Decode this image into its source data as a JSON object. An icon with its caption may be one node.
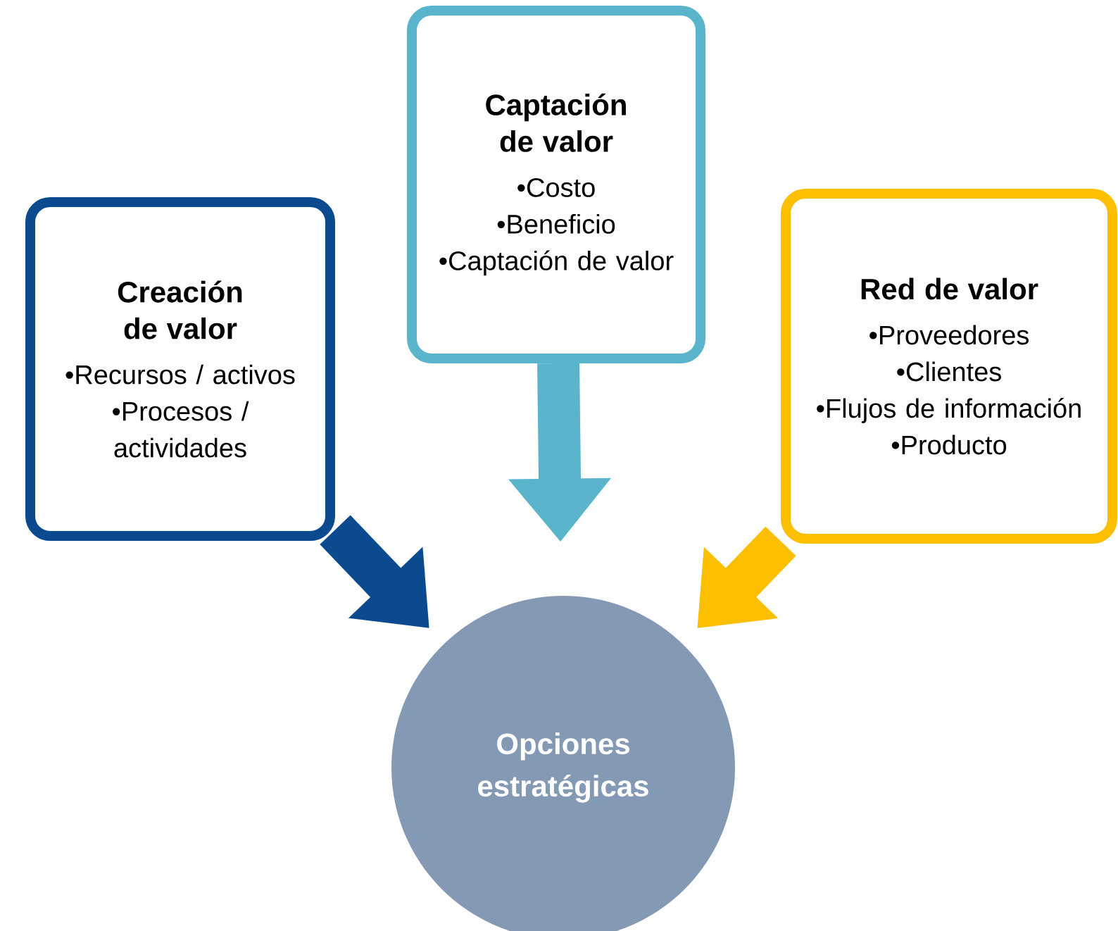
{
  "diagram": {
    "nodes": [
      {
        "text": [
          "Creación de valor",
          "•Recursos / activos",
          "•Procesos / actividades"
        ]
      },
      {
        "text": [
          "Captación de valor",
          "•Costo",
          "•Beneficio",
          "•Captación de valor"
        ]
      },
      {
        "text": [
          "Red de valor",
          "•Proveedores",
          "•Clientes",
          "•Flujos de información",
          "•Producto"
        ]
      },
      {
        "text": [
          "Opciones estratégicas"
        ]
      }
    ],
    "edges": [
      {
        "from": 0,
        "to": 3,
        "arrow": "to",
        "color": "#0b4a8f"
      },
      {
        "from": 1,
        "to": 3,
        "arrow": "to",
        "color": "#5ab4cc"
      },
      {
        "from": 2,
        "to": 3,
        "arrow": "to",
        "color": "#fbbf00"
      }
    ]
  }
}
